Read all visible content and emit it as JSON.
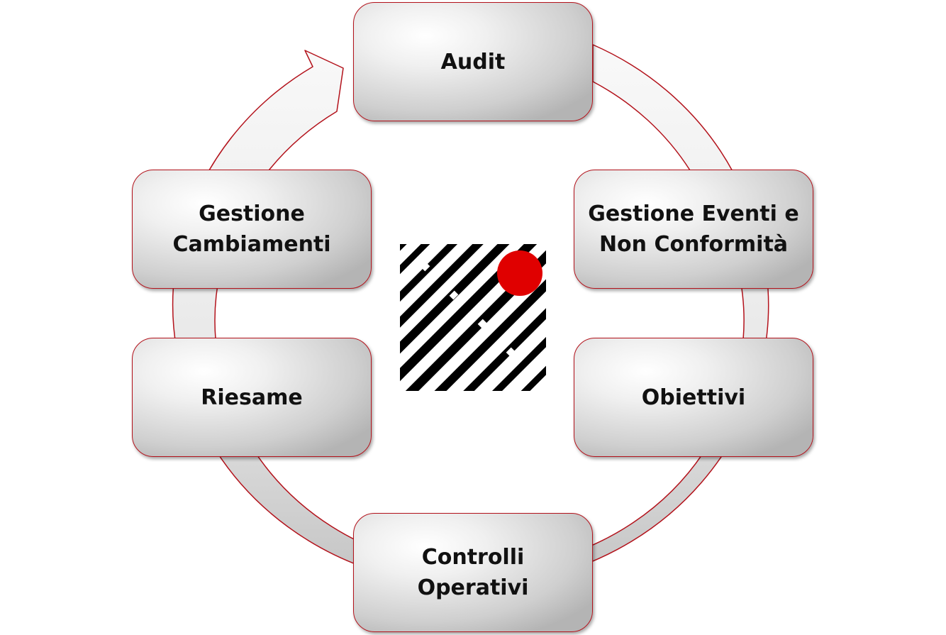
{
  "diagram": {
    "steps": [
      {
        "label": "Audit"
      },
      {
        "label": "Gestione Eventi e\nNon Conformità"
      },
      {
        "label": "Obiettivi"
      },
      {
        "label": "Controlli\nOperativi"
      },
      {
        "label": "Riesame"
      },
      {
        "label": "Gestione\nCambiamenti"
      }
    ],
    "colors": {
      "border": "#b3121b",
      "logo_dot": "#e00000",
      "logo_stripes": "#000000"
    },
    "center_logo": {
      "icon": "striped-square-red-dot-logo"
    }
  }
}
